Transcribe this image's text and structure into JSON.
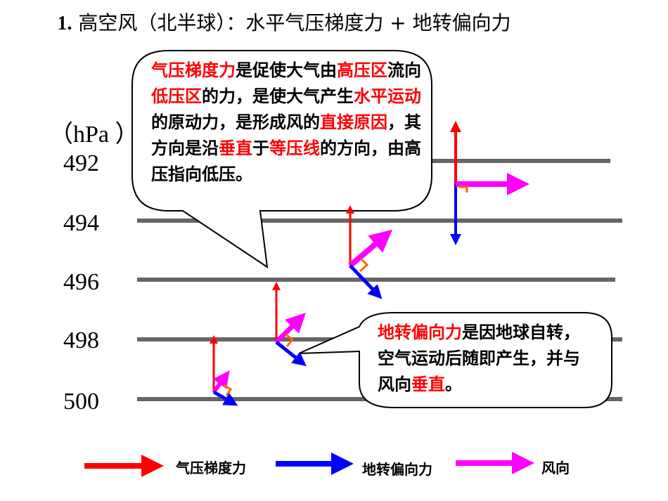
{
  "title": {
    "number": "1.",
    "text": "高空风（北半球）：水平气压梯度力 + 地转偏向力"
  },
  "axis": {
    "unit": "（hPa ）",
    "levels": [
      "492",
      "494",
      "496",
      "498",
      "500"
    ]
  },
  "callout_pgf": [
    {
      "t": "气压梯度力",
      "red": true
    },
    {
      "t": "是促使大气由",
      "red": false
    },
    {
      "t": "高压区",
      "red": true
    },
    {
      "t": "流向",
      "red": false
    },
    {
      "t": "低压区",
      "red": true
    },
    {
      "t": "的力，是使大气产生",
      "red": false
    },
    {
      "t": "水平运动",
      "red": true
    },
    {
      "t": "的原动力，是形成风的",
      "red": false
    },
    {
      "t": "直接原因",
      "red": true
    },
    {
      "t": "，其方向是沿",
      "red": false
    },
    {
      "t": "垂直",
      "red": true
    },
    {
      "t": "于",
      "red": false
    },
    {
      "t": "等压线",
      "red": true
    },
    {
      "t": "的方向，由高压指向低压。",
      "red": false
    }
  ],
  "callout_coriolis": [
    {
      "t": "地转偏向力",
      "red": true
    },
    {
      "t": "是因地球自转，空气运动后随即产生，并与风向",
      "red": false
    },
    {
      "t": "垂直",
      "red": true
    },
    {
      "t": "。",
      "red": false
    }
  ],
  "legend": [
    {
      "label": "气压梯度力",
      "color": "#ff0000"
    },
    {
      "label": "地转偏向力",
      "color": "#0000ff"
    },
    {
      "label": "风向",
      "color": "#ff00ff"
    }
  ],
  "colors": {
    "pgf": "#ff0000",
    "coriolis": "#0000ff",
    "wind": "#ff00ff",
    "right_angle": "#ff6600",
    "isobar": "#666666"
  }
}
